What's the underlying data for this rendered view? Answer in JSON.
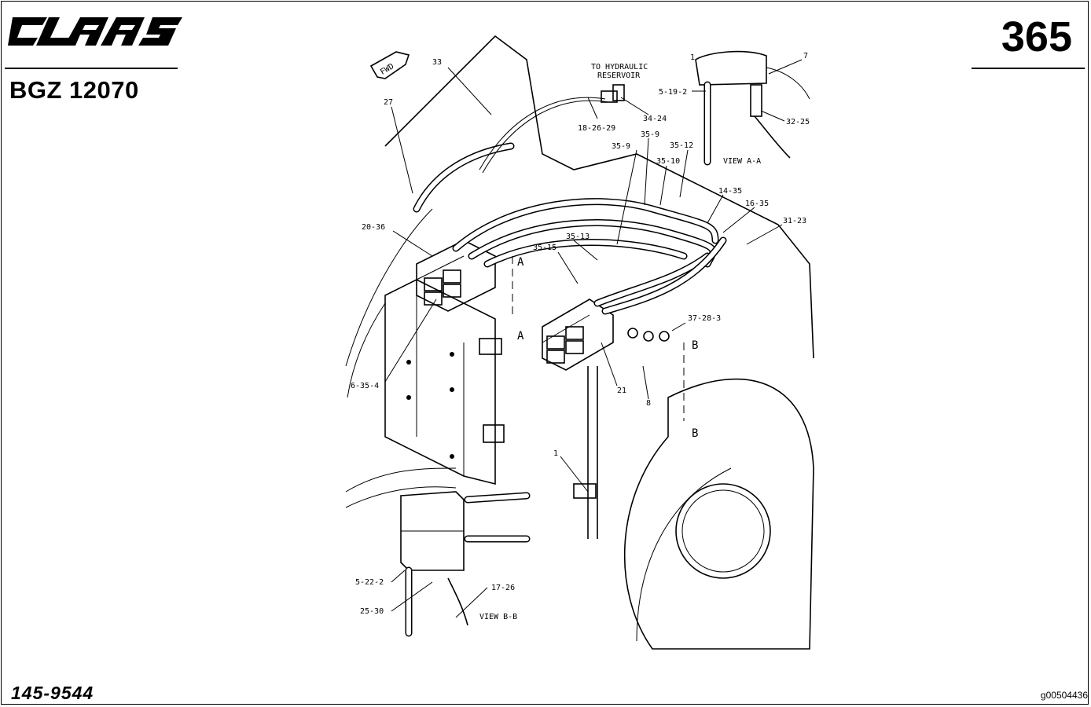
{
  "header": {
    "brand": "CLAAS",
    "model": "BGZ 12070",
    "page_number": "365"
  },
  "footer": {
    "part_number": "145-9544",
    "image_code": "g00504436"
  },
  "drawing": {
    "direction_tag": "FWD",
    "reservoir_note_line1": "TO HYDRAULIC",
    "reservoir_note_line2": "RESERVOIR",
    "view_a": "VIEW A-A",
    "view_b": "VIEW B-B",
    "section_a": "A",
    "section_b": "B",
    "callouts": [
      "33",
      "27",
      "34-24",
      "18-26-29",
      "35-9",
      "35-9",
      "35-10",
      "35-12",
      "5-19-2",
      "7",
      "32-25",
      "14-35",
      "16-35",
      "31-23",
      "20-36",
      "35-13",
      "35-15",
      "37-28-3",
      "6-35-4",
      "21",
      "8",
      "1",
      "5-22-2",
      "25-30",
      "17-26",
      "1"
    ]
  }
}
